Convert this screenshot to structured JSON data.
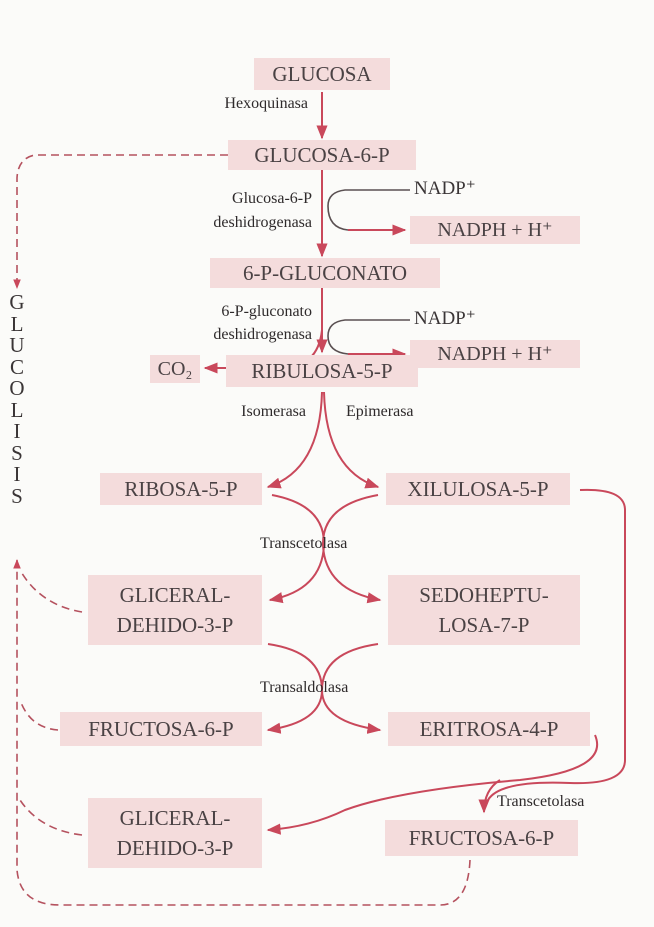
{
  "metabolites": {
    "glucosa": "GLUCOSA",
    "glucosa6p": "GLUCOSA-6-P",
    "gluconato6p": "6-P-GLUCONATO",
    "ribulosa5p": "RIBULOSA-5-P",
    "ribosa5p": "RIBOSA-5-P",
    "xilulosa5p": "XILULOSA-5-P",
    "gliceraldehido3p_a": [
      "GLICERAL-",
      "DEHIDO-3-P"
    ],
    "sedoheptulosa7p": [
      "SEDOHEPTU-",
      "LOSA-7-P"
    ],
    "fructosa6p_a": "FRUCTOSA-6-P",
    "eritrosa4p": "ERITROSA-4-P",
    "gliceraldehido3p_b": [
      "GLICERAL-",
      "DEHIDO-3-P"
    ],
    "fructosa6p_b": "FRUCTOSA-6-P",
    "nadp_1": "NADP⁺",
    "nadph_1": "NADPH + H⁺",
    "nadp_2": "NADP⁺",
    "nadph_2": "NADPH + H⁺",
    "co2": "CO₂"
  },
  "enzymes": {
    "hexoquinasa": "Hexoquinasa",
    "g6pdh": [
      "Glucosa-6-P",
      "deshidrogenasa"
    ],
    "6pgdh": [
      "6-P-gluconato",
      "deshidrogenasa"
    ],
    "isomerasa": "Isomerasa",
    "epimerasa": "Epimerasa",
    "transcetolasa_1": "Transcetolasa",
    "transaldolasa": "Transaldolasa",
    "transcetolasa_2": "Transcetolasa"
  },
  "glucolisis": [
    "G",
    "L",
    "U",
    "C",
    "O",
    "L",
    "I",
    "S",
    "I",
    "S"
  ],
  "colors": {
    "arrow": "#c9485b",
    "box": "#f4dcdc",
    "dash": "#b5525f"
  }
}
